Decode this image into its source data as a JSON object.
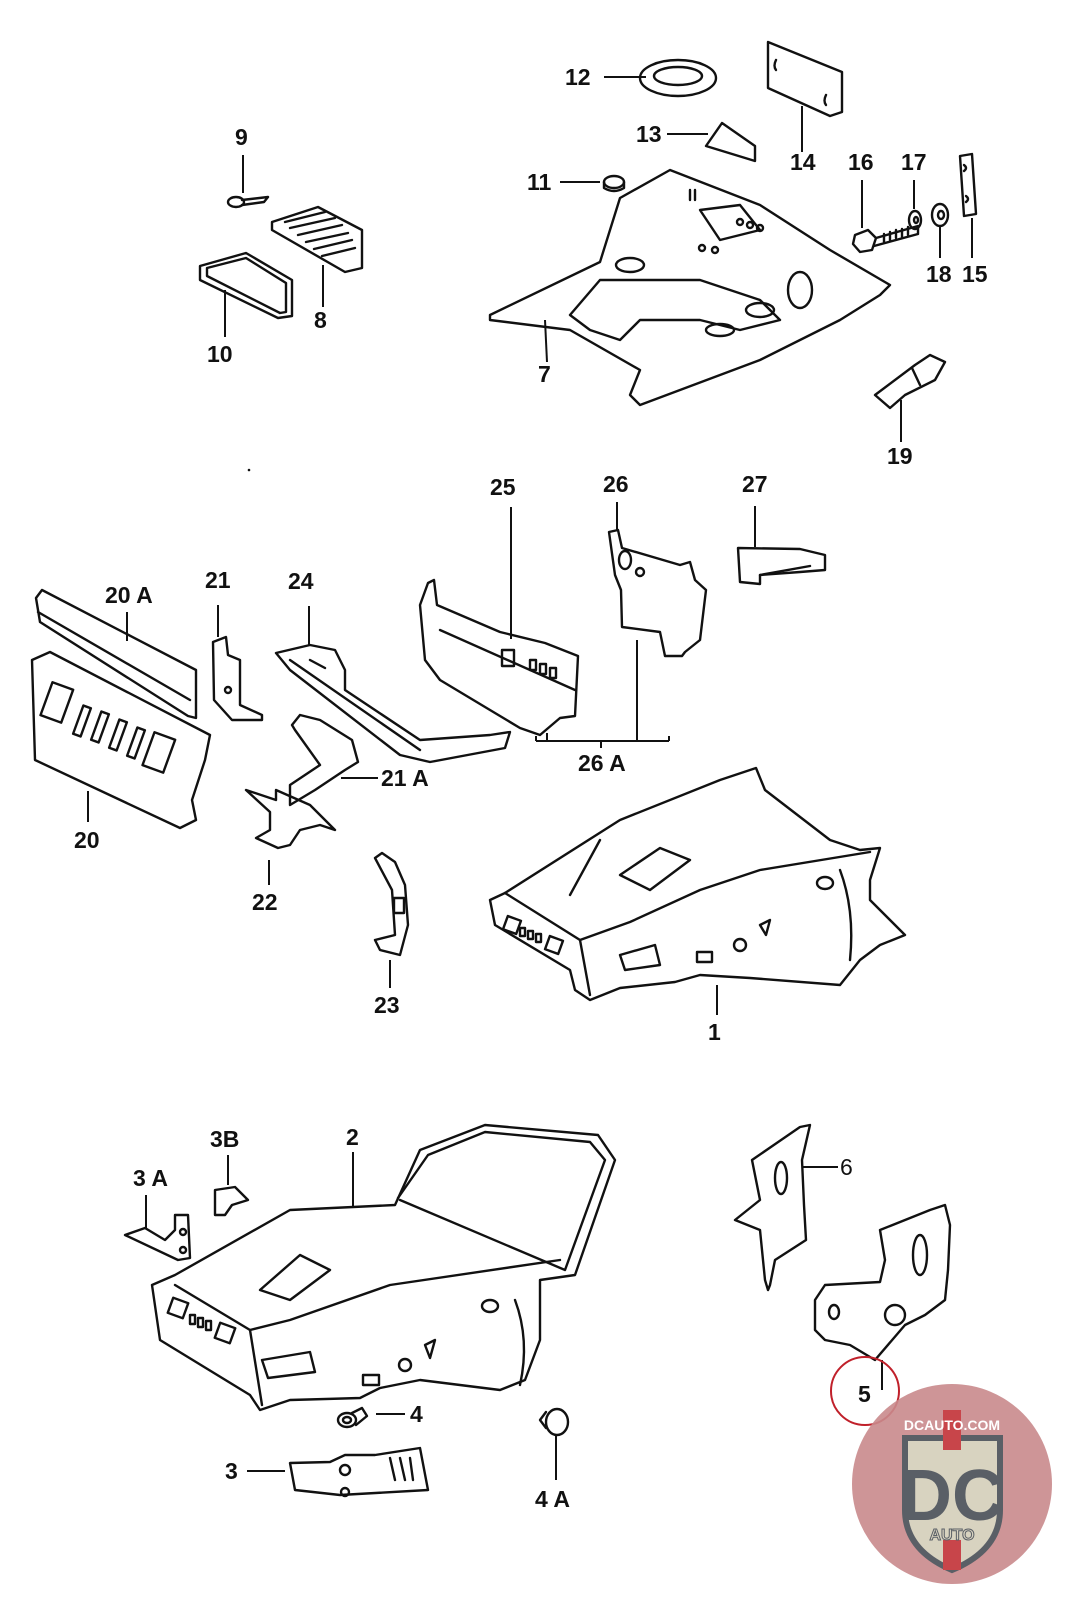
{
  "diagram": {
    "title": "Body shell / front section exploded parts diagram",
    "parts": [
      {
        "id": "1",
        "label": "1",
        "description": "front body section (without windscreen frame)"
      },
      {
        "id": "2",
        "label": "2",
        "description": "front body section with windscreen frame"
      },
      {
        "id": "3",
        "label": "3",
        "description": "bracket"
      },
      {
        "id": "3A",
        "label": "3 A",
        "description": "bracket"
      },
      {
        "id": "3B",
        "label": "3B",
        "description": "small bracket"
      },
      {
        "id": "4",
        "label": "4",
        "description": "plug / grommet"
      },
      {
        "id": "4A",
        "label": "4 A",
        "description": "plug"
      },
      {
        "id": "5",
        "label": "5",
        "description": "reinforcement plate",
        "highlighted": true
      },
      {
        "id": "6",
        "label": "6",
        "description": "reinforcement plate"
      },
      {
        "id": "7",
        "label": "7",
        "description": "front floor / trunk pan"
      },
      {
        "id": "8",
        "label": "8",
        "description": "vent grille"
      },
      {
        "id": "9",
        "label": "9",
        "description": "screw"
      },
      {
        "id": "10",
        "label": "10",
        "description": "seal frame"
      },
      {
        "id": "11",
        "label": "11",
        "description": "plug"
      },
      {
        "id": "12",
        "label": "12",
        "description": "ring / seal"
      },
      {
        "id": "13",
        "label": "13",
        "description": "gusset"
      },
      {
        "id": "14",
        "label": "14",
        "description": "plate"
      },
      {
        "id": "15",
        "label": "15",
        "description": "strap"
      },
      {
        "id": "16",
        "label": "16",
        "description": "bolt"
      },
      {
        "id": "17",
        "label": "17",
        "description": "lock washer"
      },
      {
        "id": "18",
        "label": "18",
        "description": "washer"
      },
      {
        "id": "19",
        "label": "19",
        "description": "bracket"
      },
      {
        "id": "20",
        "label": "20",
        "description": "front panel"
      },
      {
        "id": "20A",
        "label": "20 A",
        "description": "cross member"
      },
      {
        "id": "21",
        "label": "21",
        "description": "bracket"
      },
      {
        "id": "21A",
        "label": "21 A",
        "description": "bracket"
      },
      {
        "id": "22",
        "label": "22",
        "description": "bracket"
      },
      {
        "id": "23",
        "label": "23",
        "description": "bracket"
      },
      {
        "id": "24",
        "label": "24",
        "description": "longitudinal member"
      },
      {
        "id": "25",
        "label": "25",
        "description": "bulkhead"
      },
      {
        "id": "26",
        "label": "26",
        "description": "side panel"
      },
      {
        "id": "26A",
        "label": "26 A",
        "description": "assembly of 25 + 26"
      },
      {
        "id": "27",
        "label": "27",
        "description": "bracket"
      }
    ],
    "highlighted_part": "5",
    "highlight_color": "#c0202a"
  },
  "watermark": {
    "site": "DCAUTO.COM",
    "brand": "DC",
    "sub": "AUTO",
    "colors": {
      "circle": "#c98a8c",
      "shield_border": "#5a5f66",
      "shield_fill": "#d8d3c0",
      "stripe": "#c8454a",
      "text_dark": "#5a5f66",
      "text_light": "#ffffff"
    }
  }
}
